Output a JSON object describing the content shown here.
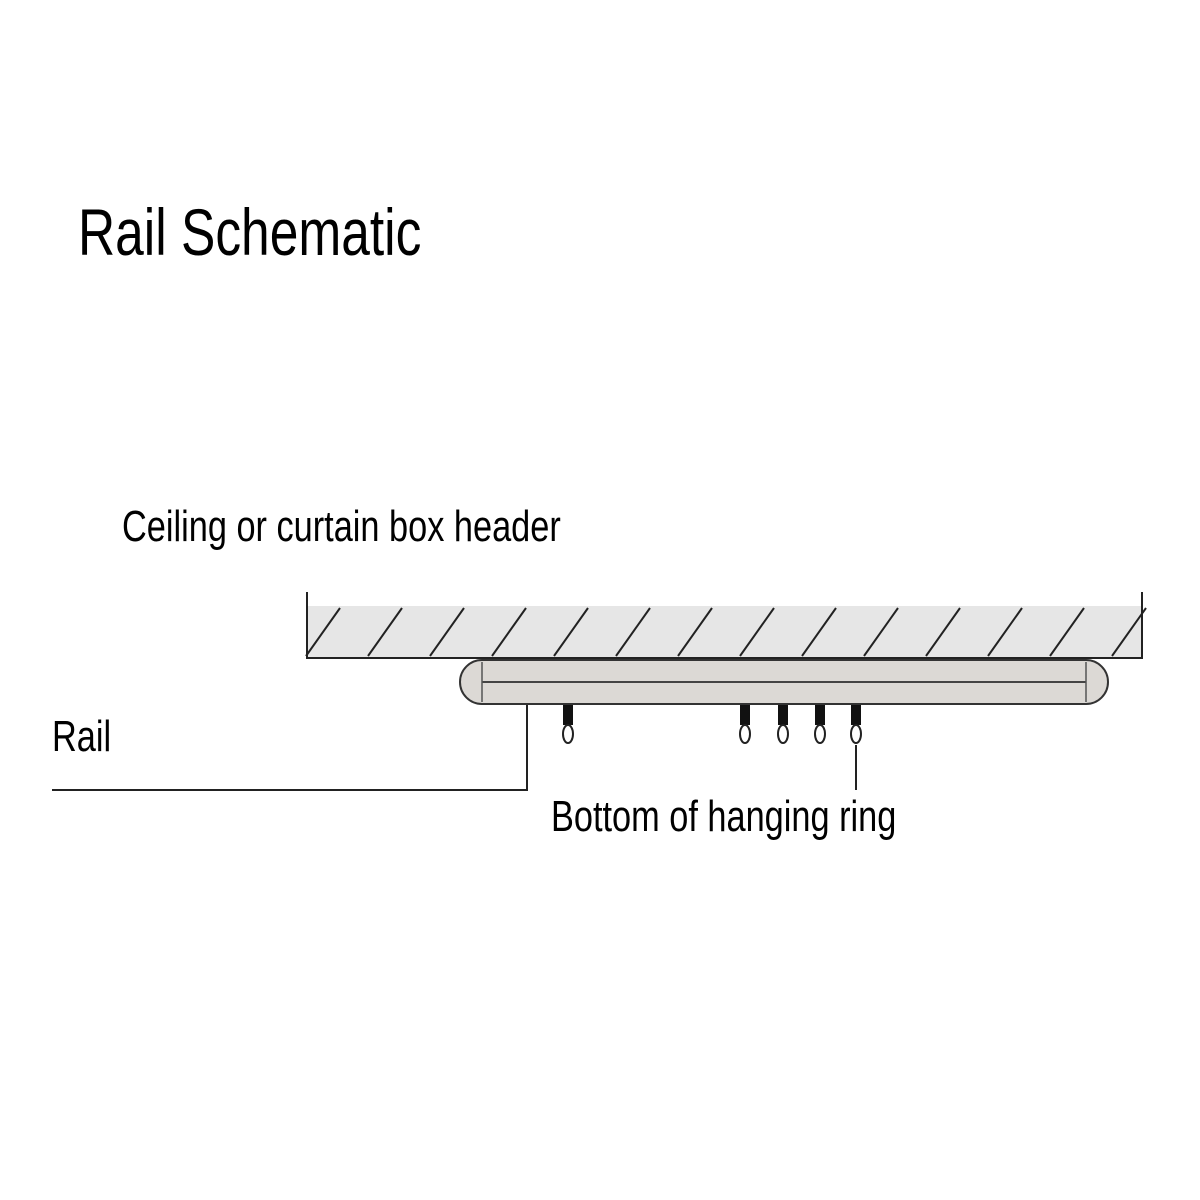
{
  "title": "Rail Schematic",
  "labels": {
    "ceiling": "Ceiling or curtain box header",
    "rail": "Rail",
    "ring": "Bottom of hanging ring"
  },
  "colors": {
    "ceiling_fill": "#e6e6e6",
    "rail_fill": "#d9d6d2",
    "line": "#222222"
  },
  "hook_count": 5
}
